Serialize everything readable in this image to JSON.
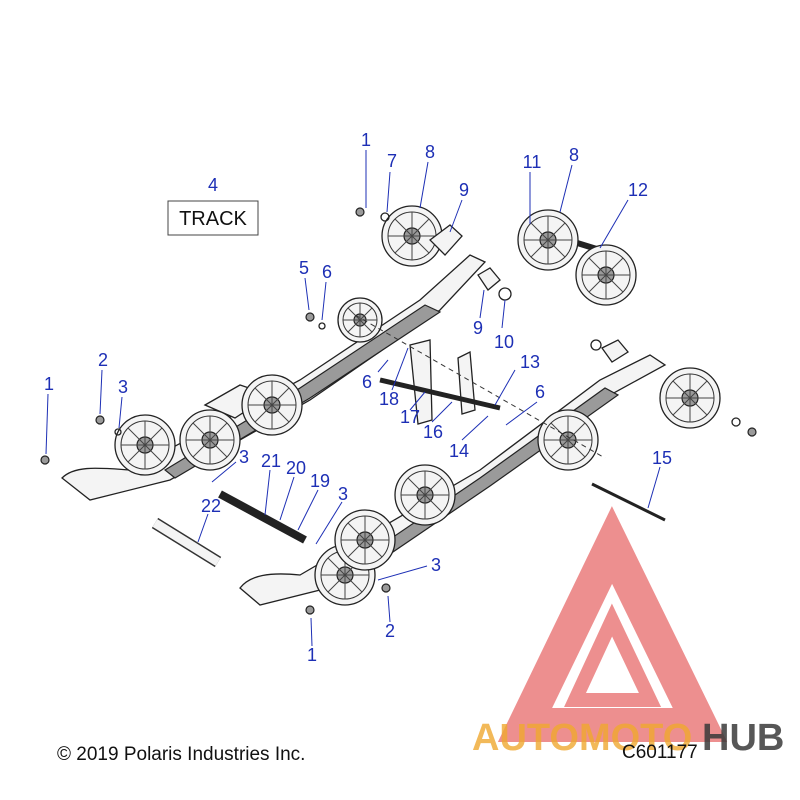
{
  "track_label": "TRACK",
  "copyright": "© 2019 Polaris Industries Inc.",
  "figure_code": "C601177",
  "watermark": {
    "word_left": "AUTOMOTO",
    "word_right": "HUB",
    "accent_color": "#f0a830",
    "logo_color": "#e86a6a",
    "hub_color": "#3a3a3a"
  },
  "callouts": {
    "c1_top": "1",
    "c7": "7",
    "c8_left": "8",
    "c9_top": "9",
    "c11": "11",
    "c8_right": "8",
    "c12": "12",
    "c4": "4",
    "c5": "5",
    "c6_top": "6",
    "c9_mid": "9",
    "c10": "10",
    "c2_left": "2",
    "c1_left": "1",
    "c3_left": "3",
    "c13": "13",
    "c18": "18",
    "c6_mid": "6",
    "c6_right": "6",
    "c17": "17",
    "c16": "16",
    "c14": "14",
    "c3_mid": "3",
    "c21": "21",
    "c20": "20",
    "c19": "19",
    "c3_shaft": "3",
    "c22": "22",
    "c15": "15",
    "c3_bottom": "3",
    "c2_bottom": "2",
    "c1_bottom": "1"
  }
}
